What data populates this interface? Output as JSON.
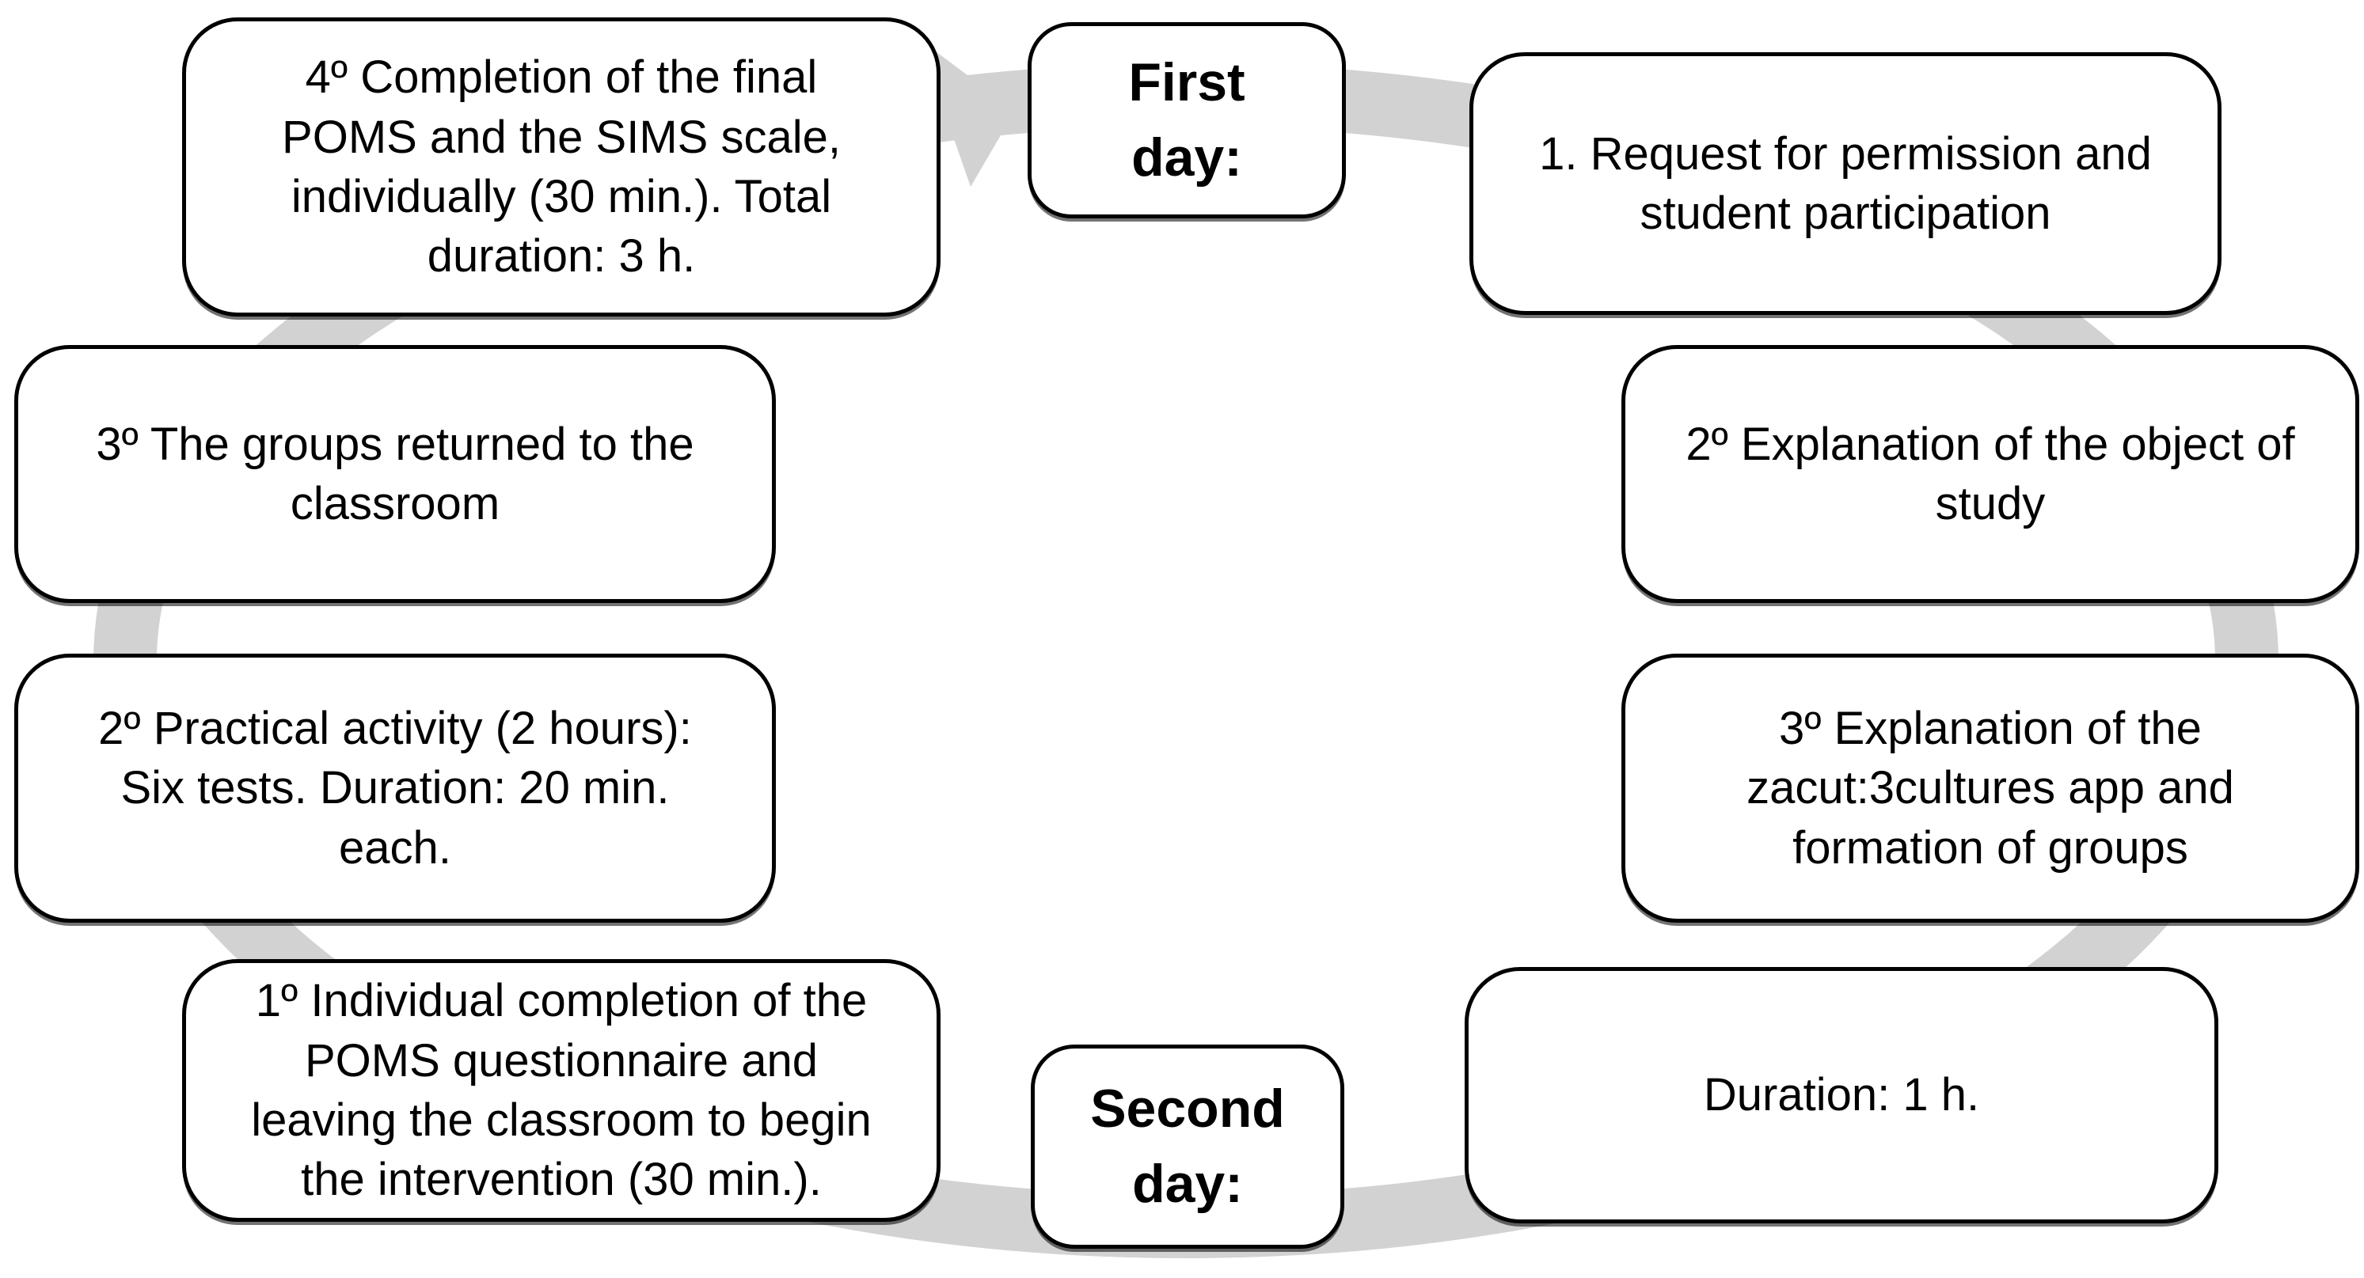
{
  "colors": {
    "background": "#ffffff",
    "box_fill": "#ffffff",
    "box_border": "#000000",
    "text": "#000000",
    "cycle_arrow_gray": "#d2d2d2"
  },
  "cycle_arrow": {
    "direction": "clockwise",
    "head_position": "top-left, pointing toward First day box",
    "color": "#d2d2d2"
  },
  "boxes": [
    {
      "id": "first-day-label",
      "bold": true,
      "text": "First\nday:"
    },
    {
      "id": "request",
      "bold": false,
      "text": "1. Request for permission and\nstudent participation"
    },
    {
      "id": "explanation-object",
      "bold": false,
      "text": "2º Explanation of the object of\nstudy"
    },
    {
      "id": "explanation-app",
      "bold": false,
      "text": "3º Explanation of the\nzacut:3cultures app and\nformation of groups"
    },
    {
      "id": "duration",
      "bold": false,
      "text": "Duration: 1 h."
    },
    {
      "id": "second-day-label",
      "bold": true,
      "text": "Second\nday:"
    },
    {
      "id": "poms-individual",
      "bold": false,
      "text": "1º Individual completion of the\nPOMS questionnaire and\nleaving the classroom to begin\nthe intervention (30 min.)."
    },
    {
      "id": "practical-activity",
      "bold": false,
      "text": "2º Practical activity (2 hours):\nSix tests. Duration: 20 min.\neach."
    },
    {
      "id": "groups-returned",
      "bold": false,
      "text": "3º The groups returned to the\nclassroom"
    },
    {
      "id": "final-poms",
      "bold": false,
      "text": "4º Completion of the final\nPOMS and the SIMS scale,\nindividually (30 min.).  Total\nduration: 3 h."
    }
  ]
}
